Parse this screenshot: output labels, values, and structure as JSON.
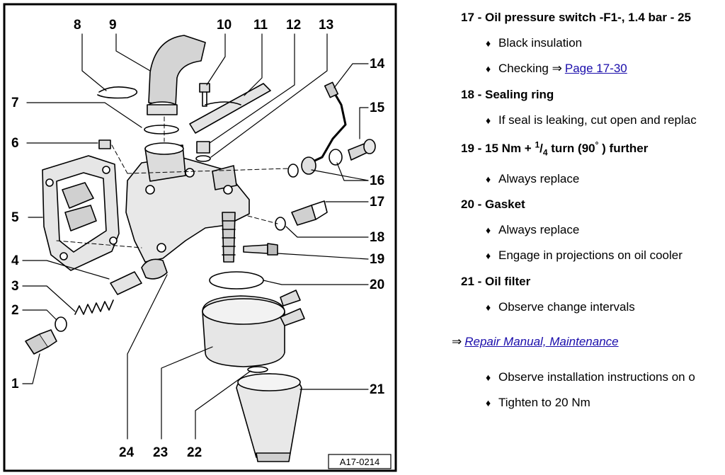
{
  "diagram": {
    "figure_id": "A17-0214",
    "callouts": [
      "1",
      "2",
      "3",
      "4",
      "5",
      "6",
      "7",
      "8",
      "9",
      "10",
      "11",
      "12",
      "13",
      "14",
      "15",
      "16",
      "17",
      "18",
      "19",
      "20",
      "21",
      "22",
      "23",
      "24"
    ]
  },
  "text": {
    "item17": {
      "heading": "17 - Oil pressure switch -F1-, 1.4 bar - 25",
      "bullets": [
        {
          "text": "Black insulation"
        },
        {
          "text": "Checking ",
          "arrow": "⇒",
          "link": "Page 17-30"
        }
      ]
    },
    "item18": {
      "heading": "18 - Sealing ring",
      "bullets": [
        {
          "text": "If seal is leaking, cut open and replac"
        }
      ]
    },
    "item19": {
      "prefix": "19 - ",
      "torque": "15 Nm + ",
      "frac_num": "1",
      "frac_den": "4",
      "suffix": " turn (90",
      "deg": "°",
      "tail": " ) further",
      "bullets": [
        {
          "text": "Always replace"
        }
      ]
    },
    "item20": {
      "heading": "20 - Gasket",
      "bullets": [
        {
          "text": "Always replace"
        },
        {
          "text": "Engage in projections on oil cooler"
        }
      ]
    },
    "item21": {
      "heading": "21 - Oil filter",
      "bullets": [
        {
          "text": "Observe change intervals"
        }
      ]
    },
    "ref": {
      "arrow": "⇒",
      "link": "Repair Manual, Maintenance"
    },
    "after_ref": {
      "bullets": [
        {
          "text": "Observe installation instructions on o"
        },
        {
          "text": "Tighten to 20 Nm"
        }
      ]
    },
    "bullet_glyph": "♦"
  }
}
